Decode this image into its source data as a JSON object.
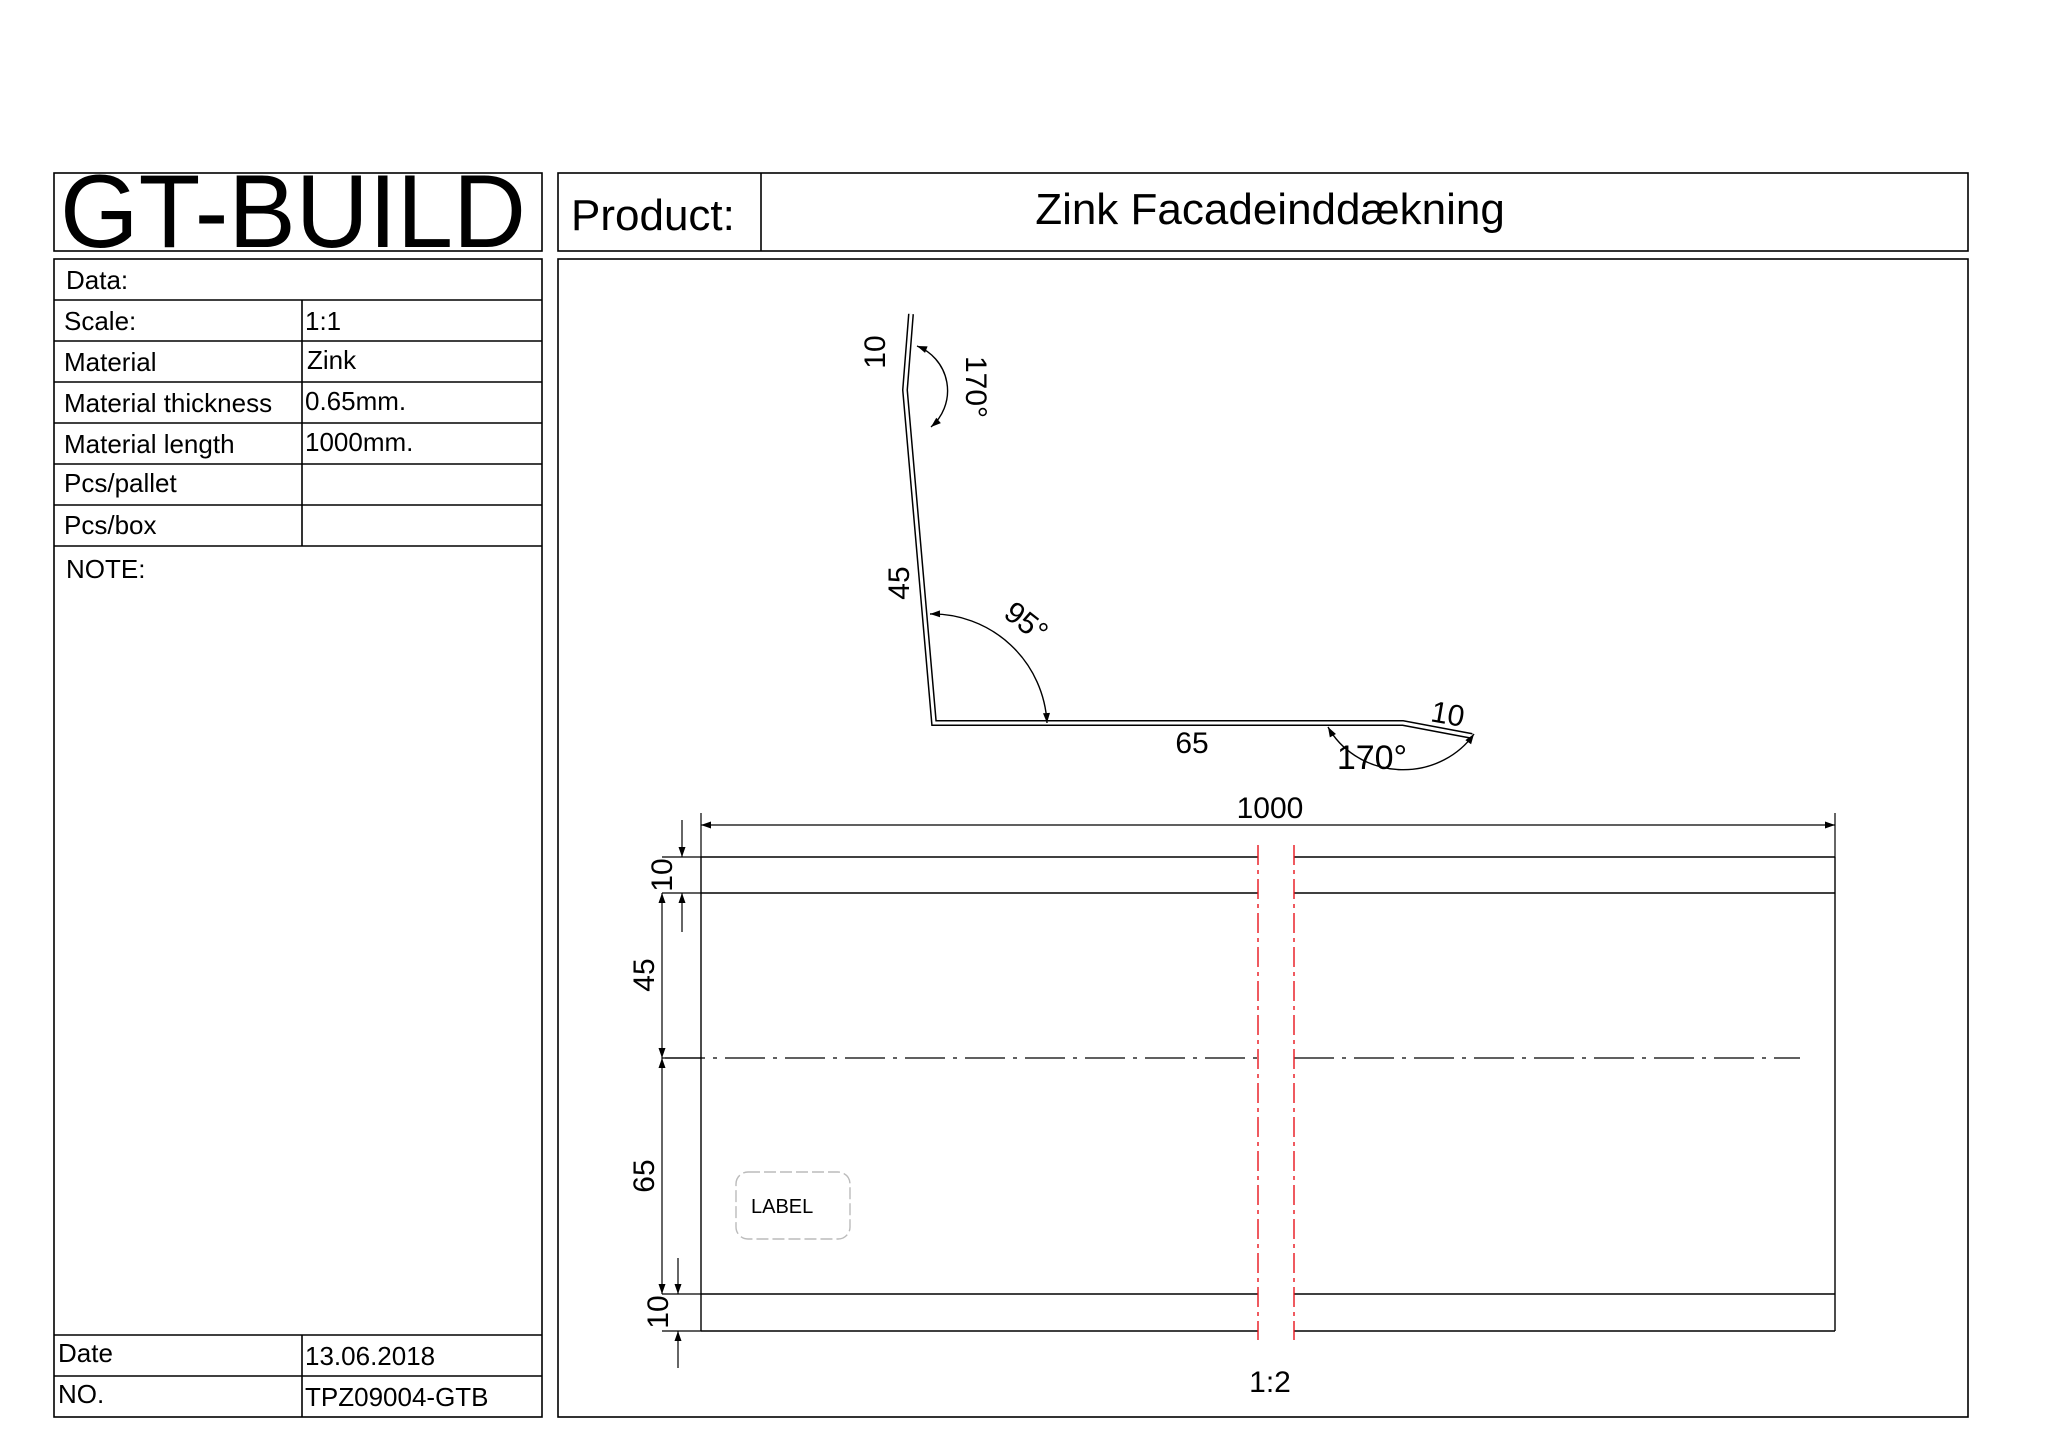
{
  "brand": "GT-BUILD",
  "product": {
    "label": "Product:",
    "name": "Zink Facadeinddækning"
  },
  "info": {
    "data_label": "Data:",
    "rows": [
      {
        "label": "Scale:",
        "value": "1:1"
      },
      {
        "label": "Material",
        "value": "Zink"
      },
      {
        "label": "Material thickness",
        "value": "0.65mm."
      },
      {
        "label": "Material length",
        "value": "1000mm."
      },
      {
        "label": "Pcs/pallet",
        "value": ""
      },
      {
        "label": "Pcs/box",
        "value": ""
      }
    ],
    "note_label": "NOTE:",
    "date_label": "Date",
    "date_value": "13.06.2018",
    "no_label": "NO.",
    "no_value": "TPZ09004-GTB"
  },
  "profile": {
    "top_flange": "10",
    "top_angle": "170°",
    "upright": "45",
    "main_angle": "95°",
    "base": "65",
    "end_flange": "10",
    "end_angle": "170°"
  },
  "sheet": {
    "length": "1000",
    "dim_top": "10",
    "dim_upper": "45",
    "dim_lower": "65",
    "dim_bottom": "10",
    "label_box": "LABEL",
    "scale": "1:2"
  },
  "colors": {
    "line": "#000000",
    "break_line": "#e8141c",
    "label_border": "#bbbbbb"
  }
}
